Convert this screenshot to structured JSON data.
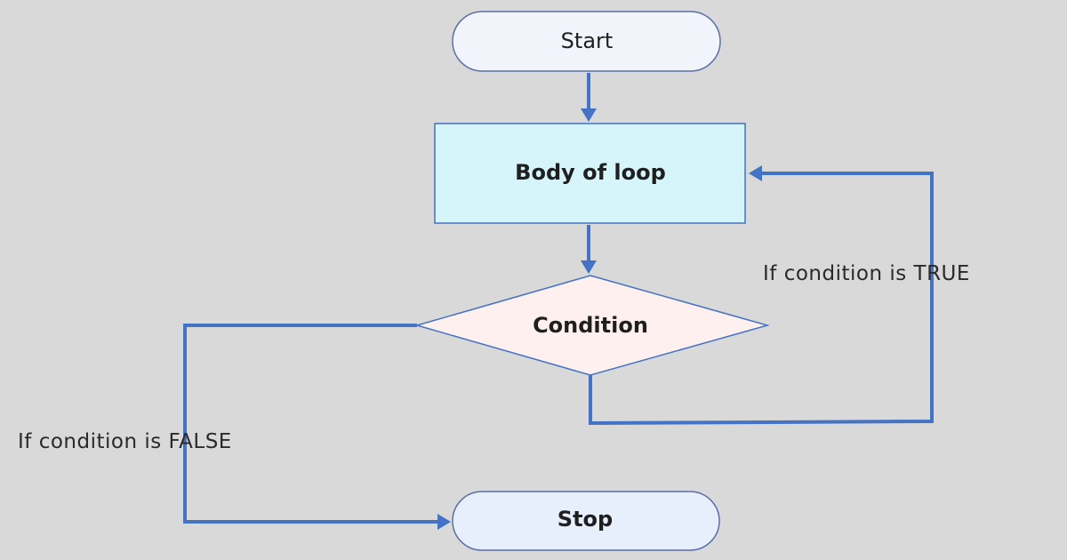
{
  "nodes": {
    "start": "Start",
    "body": "Body of loop",
    "condition": "Condition",
    "stop": "Stop"
  },
  "edges": {
    "true_label": "If condition is TRUE",
    "false_label": "If condition is FALSE"
  },
  "colors": {
    "background": "#d9d9d9",
    "connector": "#4472c4",
    "terminal_fill": "#f2f4fb",
    "terminal_stroke": "#5b6fa8",
    "process_fill": "#d6f5fb",
    "process_stroke": "#4472c4",
    "decision_fill": "#fdf0ef",
    "decision_stroke": "#4472c4",
    "stop_fill": "#e8effc"
  }
}
